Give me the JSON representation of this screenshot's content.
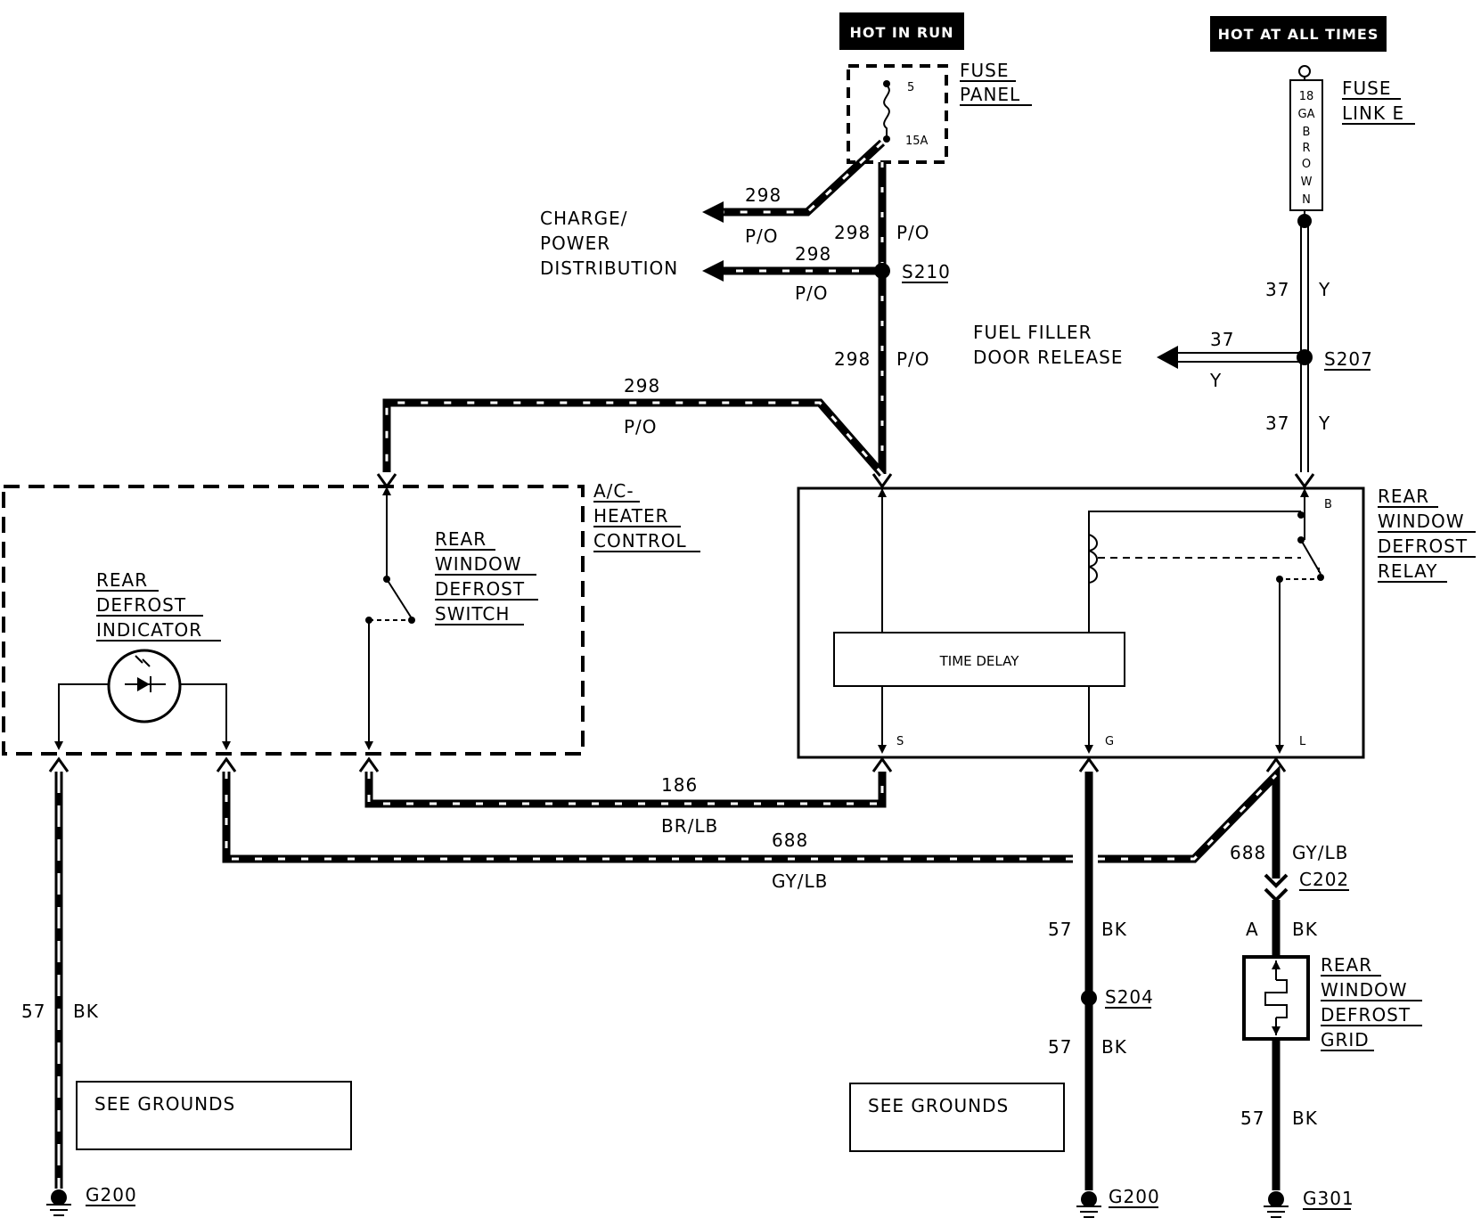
{
  "headers": {
    "hot_in_run": "HOT IN RUN",
    "hot_at_all_times": "HOT AT ALL TIMES"
  },
  "fuse_panel": {
    "line1": "FUSE",
    "line2": "PANEL",
    "fuse_number": "5",
    "rating": "15A"
  },
  "fuse_link": {
    "line1": "FUSE",
    "line2": "LINK E",
    "gauge": [
      "18",
      "GA",
      "B",
      "R",
      "O",
      "W",
      "N"
    ]
  },
  "charge_power": {
    "line1": "CHARGE/",
    "line2": "POWER",
    "line3": "DISTRIBUTION"
  },
  "fuel_filler": {
    "line1": "FUEL FILLER",
    "line2": "DOOR RELEASE"
  },
  "splices": {
    "s210": "S210",
    "s207": "S207",
    "s204": "S204",
    "c202": "C202"
  },
  "ac_heater": {
    "line1": "A/C-",
    "line2": "HEATER",
    "line3": "CONTROL"
  },
  "switch": {
    "line1": "REAR",
    "line2": "WINDOW",
    "line3": "DEFROST",
    "line4": "SWITCH"
  },
  "indicator": {
    "line1": "REAR",
    "line2": "DEFROST",
    "line3": "INDICATOR"
  },
  "relay": {
    "line1": "REAR",
    "line2": "WINDOW",
    "line3": "DEFROST",
    "line4": "RELAY",
    "time_delay": "TIME DELAY",
    "pin_b": "B",
    "pin_s": "S",
    "pin_g": "G",
    "pin_l": "L"
  },
  "grid": {
    "line1": "REAR",
    "line2": "WINDOW",
    "line3": "DEFROST",
    "line4": "GRID",
    "pin_a": "A"
  },
  "see_grounds": "SEE GROUNDS",
  "grounds": {
    "g200": "G200",
    "g301": "G301"
  },
  "circuits": {
    "c298": "298",
    "po": "P/O",
    "c37": "37",
    "y": "Y",
    "c186": "186",
    "brlb": "BR/LB",
    "c688": "688",
    "gylb": "GY/LB",
    "c57": "57",
    "bk": "BK"
  }
}
